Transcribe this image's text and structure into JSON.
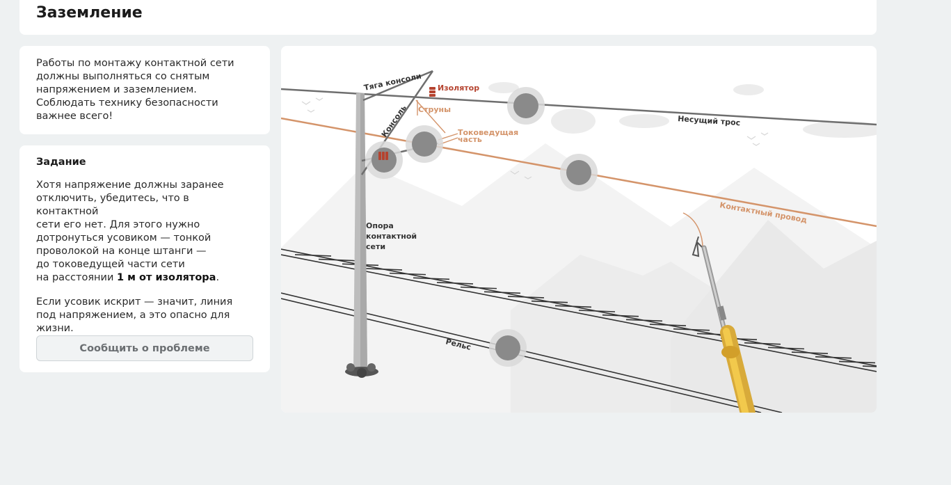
{
  "page": {
    "title": "Заземление"
  },
  "intro": {
    "lines": [
      "Работы по монтажу контактной сети",
      "должны выполняться со снятым",
      "напряжением и заземлением.",
      "Соблюдать технику безопасности",
      "важнее всего!"
    ]
  },
  "task": {
    "heading": "Задание",
    "para1_lines": [
      "Хотя напряжение должны заранее",
      "отключить, убедитесь, что в контактной",
      "сети его нет. Для этого нужно",
      "дотронуться усовиком — тонкой",
      "проволокой на конце штанги —",
      "до токоведущей части сети"
    ],
    "para1_last_prefix": "на расстоянии ",
    "para1_last_bold": "1 м от изолятора",
    "para1_last_suffix": ".",
    "para2_lines": [
      "Если усовик искрит — значит, линия",
      "под напряжением, а это опасно для",
      "жизни."
    ],
    "report_button": "Сообщить о проблеме"
  },
  "scene": {
    "labels": {
      "console_rod": "Тяга консоли",
      "insulator": "Изолятор",
      "strings": "Струны",
      "console": "Консоль",
      "live_part_line1": "Токоведущая",
      "live_part_line2": "часть",
      "carrier_cable": "Несущий трос",
      "contact_wire": "Контактный провод",
      "pole_line1": "Опора",
      "pole_line2": "контактной",
      "pole_line3": "сети",
      "rail": "Рельс"
    },
    "colors": {
      "wire": "#d4946a",
      "cable": "#6e6e6e",
      "label_orange": "#d4946a",
      "label_dark": "#333333",
      "insulator": "#b5432f",
      "hotspot": "#8a8a8a",
      "pole": "#b9b9b9",
      "rod": "#f0c24a"
    }
  }
}
